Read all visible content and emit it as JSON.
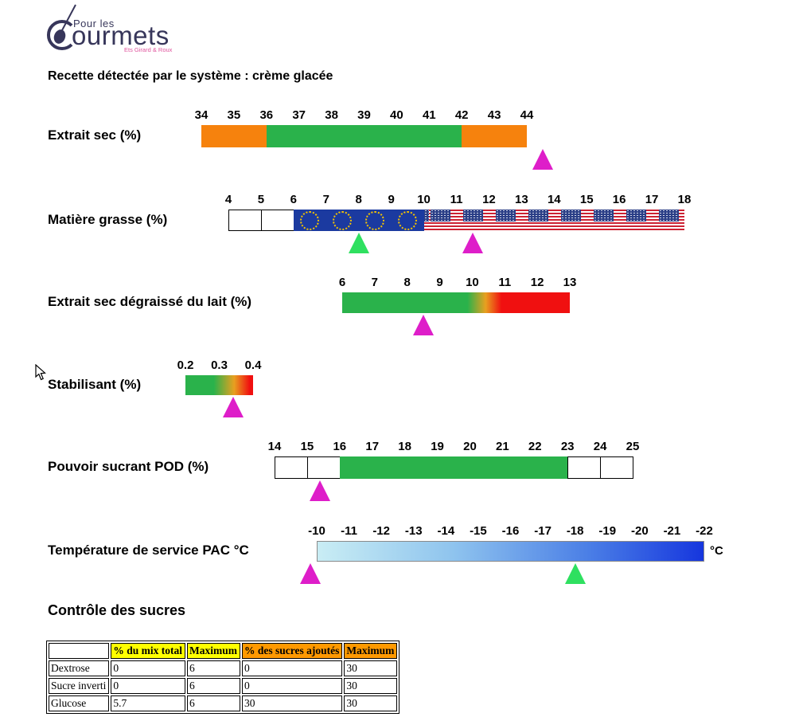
{
  "header": {
    "brand_top": "Pour les",
    "brand_main": "ourmets",
    "brand_sub": "Ets Girard & Roux",
    "brand_color": "#37365a",
    "brand_sub_color": "#e0559e"
  },
  "page": {
    "recipe_heading": "Recette détectée par le système : crème glacée"
  },
  "colors": {
    "green_bar": "#2AB24B",
    "orange_bar": "#F6820D",
    "red_bar": "#F01010",
    "eu_blue": "#1B3AA0",
    "eu_star": "#F5C400",
    "us_red": "#CC2233",
    "us_blue": "#2B3F87",
    "marker_magenta": "#DE1EC9",
    "marker_green": "#2FE060"
  },
  "chart_data": [
    {
      "type": "bar",
      "id": "extrait_sec",
      "label": "Extrait sec (%)",
      "min": 34,
      "max": 44,
      "ticks": [
        34,
        35,
        36,
        37,
        38,
        39,
        40,
        41,
        42,
        43,
        44
      ],
      "segments": [
        {
          "type": "solid",
          "from": 34,
          "to": 36,
          "color": "#F6820D",
          "meaning": "warning-zone"
        },
        {
          "type": "solid",
          "from": 36,
          "to": 42,
          "color": "#2AB24B",
          "meaning": "ok-zone"
        },
        {
          "type": "solid",
          "from": 42,
          "to": 44,
          "color": "#F6820D",
          "meaning": "warning-zone"
        }
      ],
      "markers": [
        {
          "value": 44.5,
          "color": "#DE1EC9",
          "name": "recipe-value-marker"
        }
      ]
    },
    {
      "type": "bar",
      "id": "matiere_grasse",
      "label": "Matière grasse (%)",
      "min": 4,
      "max": 18,
      "ticks": [
        4,
        5,
        6,
        7,
        8,
        9,
        10,
        11,
        12,
        13,
        14,
        15,
        16,
        17,
        18
      ],
      "segments": [
        {
          "type": "cells",
          "from": 4,
          "to": 6
        },
        {
          "type": "eu-flag",
          "from": 6,
          "to": 10
        },
        {
          "type": "us-flag",
          "from": 10,
          "to": 18
        }
      ],
      "markers": [
        {
          "value": 8,
          "color": "#2FE060",
          "name": "reference-marker"
        },
        {
          "value": 11.5,
          "color": "#DE1EC9",
          "name": "recipe-value-marker"
        }
      ]
    },
    {
      "type": "bar",
      "id": "esdl",
      "label": "Extrait sec dégraissé du lait (%)",
      "min": 6,
      "max": 13,
      "ticks": [
        6,
        7,
        8,
        9,
        10,
        11,
        12,
        13
      ],
      "segments": [
        {
          "type": "gradient",
          "from": 6,
          "to": 13,
          "stops": [
            [
              "#2AB24B",
              0
            ],
            [
              "#2AB24B",
              0.55
            ],
            [
              "#E8A020",
              0.63
            ],
            [
              "#F01010",
              0.7
            ],
            [
              "#F01010",
              1
            ]
          ]
        }
      ],
      "markers": [
        {
          "value": 8.5,
          "color": "#DE1EC9",
          "name": "recipe-value-marker"
        }
      ]
    },
    {
      "type": "bar",
      "id": "stabilisant",
      "label": "Stabilisant (%)",
      "min": 0.2,
      "max": 0.4,
      "ticks": [
        0.2,
        0.3,
        0.4
      ],
      "segments": [
        {
          "type": "gradient",
          "from": 0.2,
          "to": 0.4,
          "stops": [
            [
              "#2AB24B",
              0
            ],
            [
              "#2AB24B",
              0.42
            ],
            [
              "#E8A020",
              0.72
            ],
            [
              "#F01010",
              0.95
            ],
            [
              "#F01010",
              1
            ]
          ]
        }
      ],
      "markers": [
        {
          "value": 0.34,
          "color": "#DE1EC9",
          "name": "recipe-value-marker"
        }
      ]
    },
    {
      "type": "bar",
      "id": "pod",
      "label": "Pouvoir sucrant POD (%)",
      "min": 14,
      "max": 25,
      "ticks": [
        14,
        15,
        16,
        17,
        18,
        19,
        20,
        21,
        22,
        23,
        24,
        25
      ],
      "segments": [
        {
          "type": "cells",
          "from": 14,
          "to": 16
        },
        {
          "type": "solid",
          "from": 16,
          "to": 23,
          "color": "#2AB24B",
          "meaning": "ok-zone"
        },
        {
          "type": "cells",
          "from": 23,
          "to": 25
        }
      ],
      "markers": [
        {
          "value": 15.4,
          "color": "#DE1EC9",
          "name": "recipe-value-marker"
        }
      ]
    },
    {
      "type": "bar",
      "id": "temperature",
      "label": "Température de service PAC °C",
      "unit_right": "°C",
      "min": -10,
      "max": -22,
      "ticks": [
        -10,
        -11,
        -12,
        -13,
        -14,
        -15,
        -16,
        -17,
        -18,
        -19,
        -20,
        -21,
        -22
      ],
      "border": "#8a8a8a",
      "segments": [
        {
          "type": "gradient",
          "from": -10,
          "to": -22,
          "stops": [
            [
              "#C9EDF4",
              0
            ],
            [
              "#8FC4EE",
              0.35
            ],
            [
              "#4B7FE6",
              0.7
            ],
            [
              "#1636DE",
              1
            ]
          ]
        }
      ],
      "markers": [
        {
          "value": -9.8,
          "color": "#DE1EC9",
          "name": "recipe-value-marker"
        },
        {
          "value": -18,
          "color": "#2FE060",
          "name": "reference-marker"
        }
      ]
    }
  ],
  "sugar_table": {
    "title": "Contrôle des sucres",
    "columns": [
      "",
      "% du mix total",
      "Maximum",
      "% des sucres ajoutés",
      "Maximum"
    ],
    "column_colors": [
      "#FFFFFF",
      "#FFFF00",
      "#FFFF00",
      "#FF9900",
      "#FF9900"
    ],
    "rows": [
      {
        "name": "Dextrose",
        "values": [
          "0",
          "6",
          "0",
          "30"
        ]
      },
      {
        "name": "Sucre inverti",
        "values": [
          "0",
          "6",
          "0",
          "30"
        ]
      },
      {
        "name": "Glucose",
        "values": [
          "5.7",
          "6",
          "30",
          "30"
        ]
      }
    ]
  }
}
